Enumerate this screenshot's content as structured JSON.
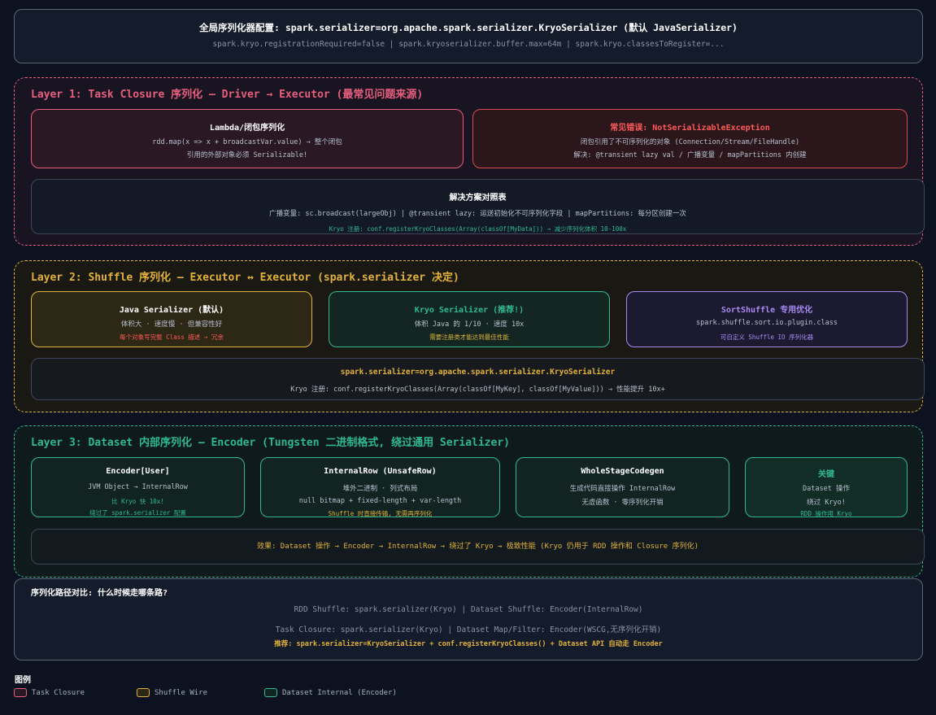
{
  "top": {
    "title": "全局序列化器配置: spark.serializer=org.apache.spark.serializer.KryoSerializer (默认 JavaSerializer)",
    "subtitle": "spark.kryo.registrationRequired=false | spark.kryoserializer.buffer.max=64m | spark.kryo.classesToRegister=..."
  },
  "layer1": {
    "title": "Layer 1: Task Closure 序列化 — Driver → Executor (最常见问题来源)",
    "lambda": {
      "title": "Lambda/闭包序列化",
      "line1": "rdd.map(x => x + broadcastVar.value) → 整个闭包",
      "line2": "引用的外部对象必须 Serializable!"
    },
    "error": {
      "title": "常见错误: NotSerializableException",
      "line1": "闭包引用了不可序列化的对象 (Connection/Stream/FileHandle)",
      "line2": "解决: @transient lazy val / 广播变量 / mapPartitions 内创建"
    },
    "solution": {
      "title": "解决方案对照表",
      "line1": "广播变量: sc.broadcast(largeObj) | @transient lazy: 运送初始化不可序列化字段 | mapPartitions: 每分区创建一次",
      "line2": "Kryo 注册: conf.registerKryoClasses(Array(classOf[MyData])) → 减少序列化体积 10-100x"
    }
  },
  "layer2": {
    "title": "Layer 2: Shuffle 序列化 — Executor ↔ Executor (spark.serializer 决定)",
    "java": {
      "title": "Java Serializer (默认)",
      "line1": "体积大 · 速度慢 · 但兼容性好",
      "line2": "每个对象写完整 Class 描述 → 冗余"
    },
    "kryo": {
      "title": "Kryo Serializer (推荐!)",
      "line1": "体积 Java 的 1/10 · 速度 10x",
      "line2": "需要注册类才能达到最佳性能"
    },
    "sort": {
      "title": "SortShuffle 专用优化",
      "line1": "spark.shuffle.sort.io.plugin.class",
      "line2": "可自定义 Shuffle IO 序列化器"
    },
    "config": {
      "title": "spark.serializer=org.apache.spark.serializer.KryoSerializer",
      "line1": "Kryo 注册: conf.registerKryoClasses(Array(classOf[MyKey], classOf[MyValue])) → 性能提升 10x+"
    }
  },
  "layer3": {
    "title": "Layer 3: Dataset 内部序列化 — Encoder (Tungsten 二进制格式, 绕过通用 Serializer)",
    "encoder": {
      "title": "Encoder[User]",
      "line1": "JVM Object → InternalRow",
      "line2": "比 Kryo 快 10x!",
      "line3": "绕过了 spark.serializer 配置"
    },
    "internalrow": {
      "title": "InternalRow (UnsafeRow)",
      "line1": "堆外二进制 · 列式布局",
      "line2": "null bitmap + fixed-length + var-length",
      "line3": "Shuffle 时直接传输, 无需再序列化"
    },
    "wscg": {
      "title": "WholeStageCodegen",
      "line1": "生成代码直接操作 InternalRow",
      "line2": "无虚函数 · 零序列化开销"
    },
    "key": {
      "title": "关键",
      "line1": "Dataset 操作",
      "line2": "绕过 Kryo!",
      "line3": "RDD 操作用 Kryo"
    },
    "effect": "效果: Dataset 操作 → Encoder → InternalRow → 绕过了 Kryo → 极致性能 (Kryo 仍用于 RDD 操作和 Closure 序列化)"
  },
  "bottom": {
    "title": "序列化路径对比: 什么时候走哪条路?",
    "line1": "RDD Shuffle: spark.serializer(Kryo) | Dataset Shuffle: Encoder(InternalRow)",
    "line2": "Task Closure: spark.serializer(Kryo) | Dataset Map/Filter: Encoder(WSCG,无序列化开销)",
    "line3": "推荐: spark.serializer=KryoSerializer + conf.registerKryoClasses() + Dataset API 自动走 Encoder"
  },
  "legend": {
    "title": "图例",
    "items": [
      {
        "label": "Task Closure",
        "color": "#e85f7e"
      },
      {
        "label": "Shuffle Wire",
        "color": "#e2b23a"
      },
      {
        "label": "Dataset Internal (Encoder)",
        "color": "#2fb992"
      }
    ]
  },
  "colors": {
    "closure": "#e85f7e",
    "shuffle": "#e2b23a",
    "dataset": "#2fb992",
    "error": "#ff5a5a",
    "sort": "#a98af0"
  }
}
